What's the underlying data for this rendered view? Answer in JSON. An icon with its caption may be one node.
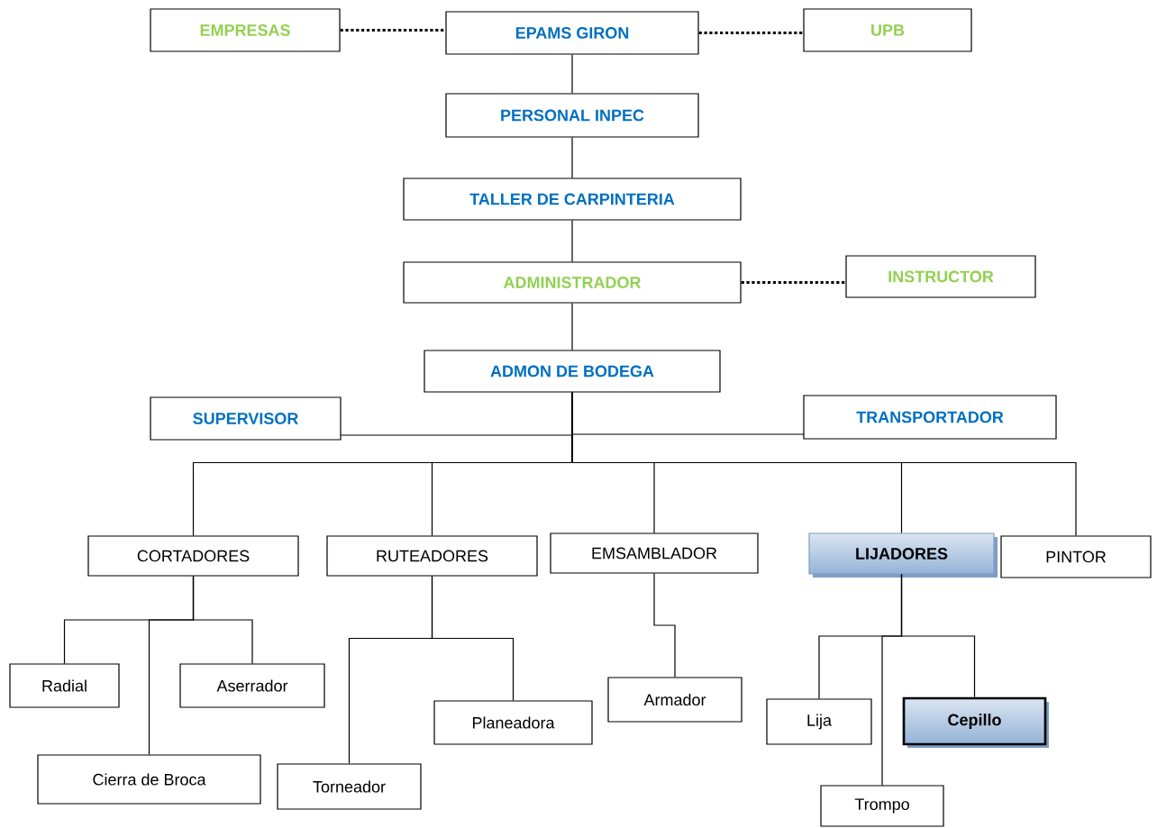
{
  "diagram": {
    "nodes": [
      {
        "text": [
          "EMPRESAS"
        ]
      },
      {
        "text": [
          "EPAMS GIRON"
        ]
      },
      {
        "text": [
          "UPB"
        ]
      },
      {
        "text": [
          "PERSONAL INPEC"
        ]
      },
      {
        "text": [
          "TALLER DE CARPINTERIA"
        ]
      },
      {
        "text": [
          "ADMINISTRADOR"
        ]
      },
      {
        "text": [
          "INSTRUCTOR"
        ]
      },
      {
        "text": [
          "ADMON DE BODEGA"
        ]
      },
      {
        "text": [
          "SUPERVISOR"
        ]
      },
      {
        "text": [
          "TRANSPORTADOR"
        ]
      },
      {
        "text": [
          "CORTADORES"
        ]
      },
      {
        "text": [
          "RUTEADORES"
        ]
      },
      {
        "text": [
          "EMSAMBLADOR"
        ]
      },
      {
        "text": [
          "LIJADORES"
        ]
      },
      {
        "text": [
          "PINTOR"
        ]
      },
      {
        "text": [
          "Radial"
        ]
      },
      {
        "text": [
          "Aserrador"
        ]
      },
      {
        "text": [
          "Cierra de Broca"
        ]
      },
      {
        "text": [
          "Torneador"
        ]
      },
      {
        "text": [
          "Planeadora"
        ]
      },
      {
        "text": [
          "Armador"
        ]
      },
      {
        "text": [
          "Lija"
        ]
      },
      {
        "text": [
          "Cepillo"
        ]
      },
      {
        "text": [
          "Trompo"
        ]
      }
    ],
    "edges": [
      {
        "from": 0,
        "to": 1,
        "arrow": "none",
        "style": "dashed"
      },
      {
        "from": 1,
        "to": 2,
        "arrow": "none",
        "style": "dashed"
      },
      {
        "from": 1,
        "to": 3,
        "arrow": "none"
      },
      {
        "from": 3,
        "to": 4,
        "arrow": "none"
      },
      {
        "from": 4,
        "to": 5,
        "arrow": "none"
      },
      {
        "from": 5,
        "to": 6,
        "arrow": "none",
        "style": "dashed"
      },
      {
        "from": 5,
        "to": 7,
        "arrow": "none"
      },
      {
        "from": 7,
        "to": 8,
        "arrow": "none"
      },
      {
        "from": 7,
        "to": 9,
        "arrow": "none"
      },
      {
        "from": 7,
        "to": 10,
        "arrow": "none"
      },
      {
        "from": 7,
        "to": 11,
        "arrow": "none"
      },
      {
        "from": 7,
        "to": 12,
        "arrow": "none"
      },
      {
        "from": 7,
        "to": 13,
        "arrow": "none"
      },
      {
        "from": 7,
        "to": 14,
        "arrow": "none"
      },
      {
        "from": 10,
        "to": 15,
        "arrow": "none"
      },
      {
        "from": 10,
        "to": 16,
        "arrow": "none"
      },
      {
        "from": 10,
        "to": 17,
        "arrow": "none"
      },
      {
        "from": 11,
        "to": 18,
        "arrow": "none"
      },
      {
        "from": 11,
        "to": 19,
        "arrow": "none"
      },
      {
        "from": 12,
        "to": 20,
        "arrow": "none"
      },
      {
        "from": 13,
        "to": 21,
        "arrow": "none"
      },
      {
        "from": 13,
        "to": 22,
        "arrow": "none"
      },
      {
        "from": 13,
        "to": 23,
        "arrow": "none"
      }
    ]
  }
}
